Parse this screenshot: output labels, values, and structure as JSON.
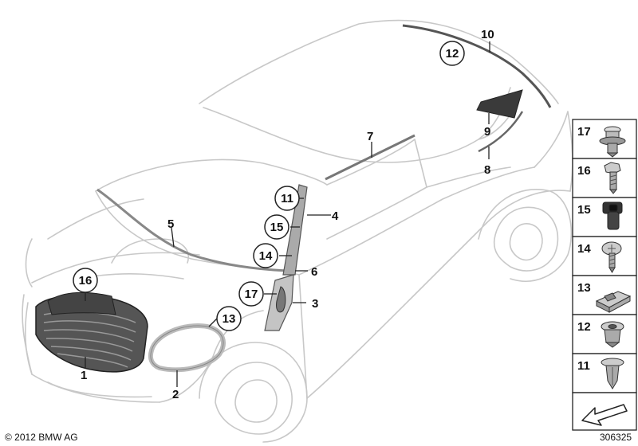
{
  "callouts": {
    "c1": "1",
    "c2": "2",
    "c3": "3",
    "c4": "4",
    "c5": "5",
    "c6": "6",
    "c7": "7",
    "c8": "8",
    "c9": "9",
    "c10": "10",
    "c11": "11",
    "c12": "12",
    "c13": "13",
    "c14": "14",
    "c15": "15",
    "c16": "16",
    "c17": "17"
  },
  "parts_panel": [
    {
      "number": "17",
      "icon": "rivet-nut-icon"
    },
    {
      "number": "16",
      "icon": "hex-bolt-icon"
    },
    {
      "number": "15",
      "icon": "grommet-icon"
    },
    {
      "number": "14",
      "icon": "screw-icon"
    },
    {
      "number": "13",
      "icon": "clip-bracket-icon"
    },
    {
      "number": "12",
      "icon": "expansion-nut-icon"
    },
    {
      "number": "11",
      "icon": "push-rivet-icon"
    }
  ],
  "footer": {
    "copyright": "© 2012 BMW AG",
    "diagram_id": "306325"
  },
  "colors": {
    "outline": "#c8c8c8",
    "dark_part": "#3a3a3a",
    "highlight": "#1a1a1a"
  }
}
